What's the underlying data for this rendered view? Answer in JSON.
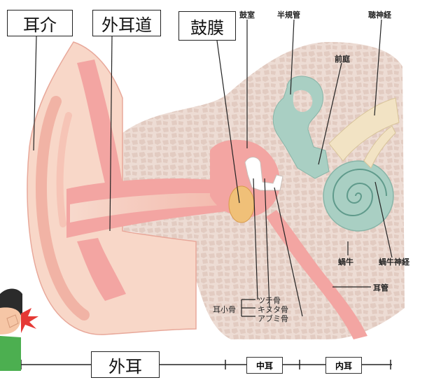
{
  "labels": {
    "auricle": "耳介",
    "ear_canal": "外耳道",
    "eardrum": "鼓膜",
    "tympanic_cavity": "鼓室",
    "semicircular_canals": "半規管",
    "auditory_nerve": "聴神経",
    "vestibule": "前庭",
    "cochlea": "蝸牛",
    "cochlear_nerve": "蝸牛神経",
    "eustachian_tube": "耳管",
    "ossicles": "耳小骨",
    "malleus": "ツチ骨",
    "incus": "キヌタ骨",
    "stapes": "アブミ骨"
  },
  "sections": {
    "outer": "外耳",
    "middle": "中耳",
    "inner": "内耳"
  },
  "colors": {
    "bone": "#eddcd4",
    "bone_cell": "#e0c6bc",
    "skin": "#f6c9bd",
    "canal": "#f3a5a2",
    "canal_inner": "#f9d4c8",
    "eardrum": "#f0c078",
    "labyrinth": "#a9cfc3",
    "nerve": "#f2e3c4"
  }
}
